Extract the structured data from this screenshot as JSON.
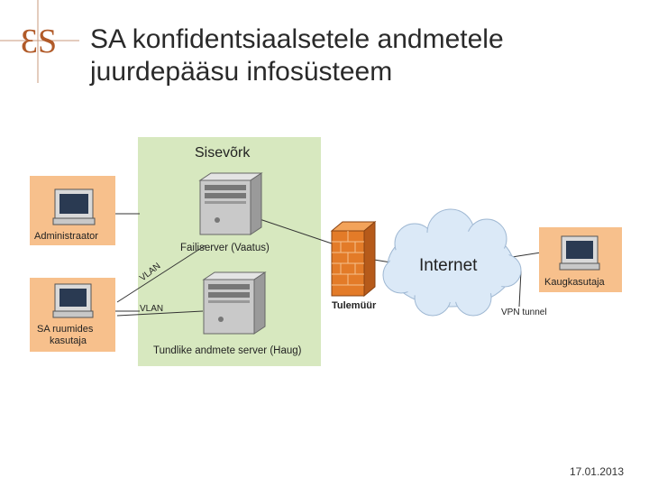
{
  "slide": {
    "title_line1": "SA konfidentsiaalsetele andmetele",
    "title_line2": "juurdepääsu infosüsteem",
    "date": "17.01.2013",
    "logo_text": "ƐS"
  },
  "diagram": {
    "zone_label": "Sisevõrk",
    "server1_label": "Failiserver (Vaatus)",
    "server2_label": "Tundlike andmete server (Haug)",
    "admin_label": "Administraator",
    "local_user_label_line1": "SA ruumides",
    "local_user_label_line2": "kasutaja",
    "remote_user_label": "Kaugkasutaja",
    "firewall_label": "Tulemüür",
    "internet_label": "Internet",
    "vlan_label_1": "VLAN",
    "vlan_label_2": "VLAN",
    "vpn_label": "VPN tunnel",
    "colors": {
      "zone_fill": "#d7e8bf",
      "user_box_fill": "#f7c08c",
      "cloud_fill": "#dbe9f7",
      "firewall_fill": "#e37b28",
      "logo_color": "#b15a28"
    }
  }
}
